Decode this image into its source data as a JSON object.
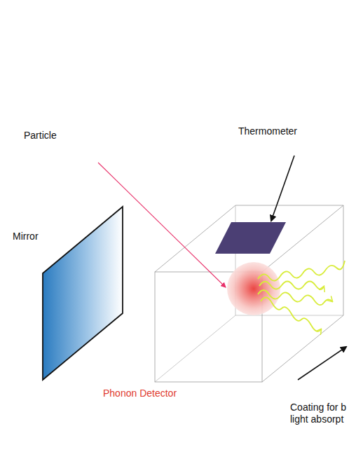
{
  "diagram": {
    "labels": [
      "Particle",
      "Thermometer",
      "Mirror",
      "Phonon Detector",
      "Coating for b light absorpt"
    ]
  }
}
